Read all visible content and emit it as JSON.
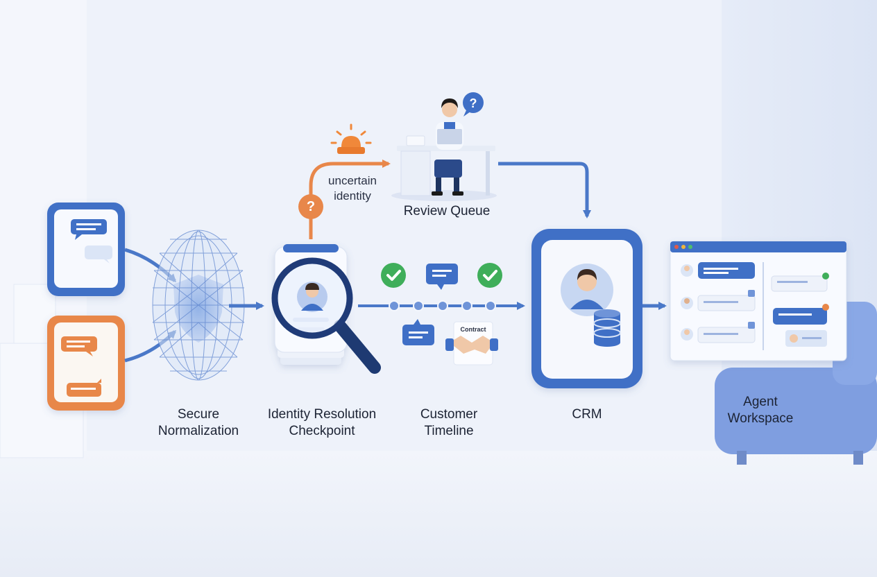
{
  "labels": {
    "uncertain_identity": [
      "uncertain",
      "identity"
    ],
    "review_queue": "Review Queue",
    "secure_normalization": [
      "Secure",
      "Normalization"
    ],
    "identity_resolution": [
      "Identity Resolution",
      "Checkpoint"
    ],
    "customer_timeline": [
      "Customer",
      "Timeline"
    ],
    "crm": "CRM",
    "agent_workspace": [
      "Agent",
      "Workspace"
    ],
    "contract_doc": "Contract",
    "question_mark": "?"
  },
  "icons": {
    "question_bubble": "question-bubble-icon",
    "alert": "alarm-light-icon",
    "reviewer": "reviewer-person-icon",
    "channels": "chat-channel-icon",
    "mesh": "mesh-shield-icon",
    "magnifier": "magnifier-icon",
    "check": "check-circle-icon",
    "handshake": "handshake-icon",
    "database": "database-icon"
  },
  "colors": {
    "primary_blue": "#3f6fc6",
    "dark_blue": "#2b4a8a",
    "orange": "#e8874a",
    "green": "#3fae5a",
    "background": "#eef2fa"
  }
}
